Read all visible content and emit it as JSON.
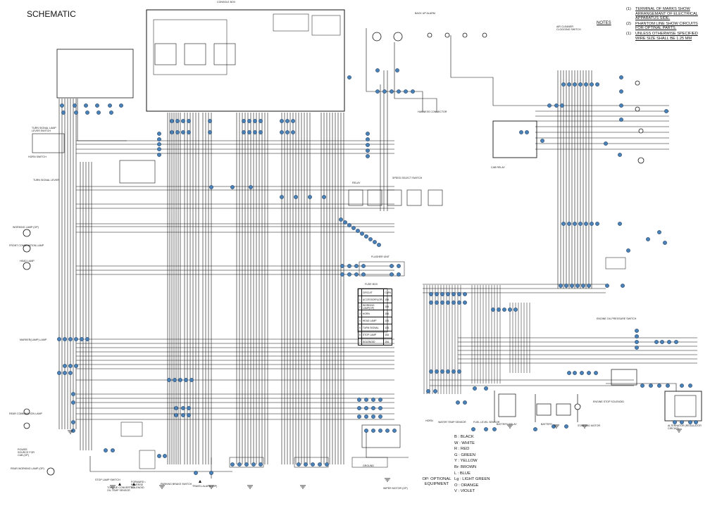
{
  "title": "SCHEMATIC",
  "notes": {
    "heading": "NOTES",
    "items": [
      {
        "num": "(1)",
        "text": "TERMINAL OF MARKS SHOW ARRANGEMANT OF ELECTRICAL APPARATUS SIDE."
      },
      {
        "num": "(2)",
        "text": "PHANTOM LINE SHOW CIRCUITS FOR OPTINAL PARTS."
      },
      {
        "num": "(1)",
        "text": "UNLESS OTHERWISE SPECIFIED WIRE SIZE SHALL BE 1.25 MM"
      }
    ]
  },
  "legend": {
    "items": [
      "B : BLACK",
      "W : WHITE",
      "R : RED",
      "G : GREEN",
      "Y : YELLOW",
      "Br: BROWN",
      "L : BLUE",
      "Lg : LIGHT GREEN",
      "O : ORANGE",
      "V : VIOLET"
    ],
    "optional": "OP: OPTIONAL EQUIPMENT"
  },
  "components": {
    "console_box": "CONSOLE BOX",
    "turn_signal": "TURN SIGNAL LAMP LEVER SWITCH",
    "horn_switch": "HORN SWITCH",
    "turn_signal_lever": "TURN SIGNAL LEVER",
    "working_lamp": "WORKING LAMP (OP)",
    "front_combination_lamp": "FRONT COMBINATION LAMP",
    "head_lamp": "HEAD LAMP",
    "marker_lamp": "MARKER(LAMP) LAMP",
    "rear_combination_lamp": "REAR COMBINATION LAMP",
    "power_source": "POWER SOURCE FOR CAB (OP)",
    "rear_working_lamp": "REAR WORKING LAMP (OP)",
    "stop_lamp_switch": "STOP LAMP SWITCH",
    "torque_converter": "TORQUE CONVERTER OIL TEMP SENSOR",
    "forward_reverse": "FORWARD • REVERSE SOLENOID",
    "parking_brake": "PARKING BRAKE SWITCH",
    "travel_alarm": "TRAVEL ALARM (OP)",
    "wiper_motor": "WIPER MOTOR (OP)",
    "harness_connector": "HARNESS CONNECTOR",
    "flasher_unit": "FLASHER UNIT",
    "battery_relay": "BATTERY RELAY",
    "battery": "BATTERY",
    "starting_motor": "STARTING MOTOR",
    "alternator": "ALTERNATOR (REGULATOR CIRCUIT)",
    "engine_oil_pressure": "ENGINE OIL PRESSURE SWITCH",
    "fuel_level": "FUEL LEVEL SENSOR",
    "horn": "HORN",
    "water_temp": "WATER TEMP SENSOR",
    "back_up_alarm": "BACK UP ALARM",
    "cab_relay": "CAB RELAY",
    "engine_stop": "ENGINE STOP SOLENOID",
    "air_cleaner": "AIR CLEANER CLOGGING SWITCH",
    "relay_group": "RELAY",
    "fuse_box": "FUSE BOX",
    "speed_select": "SPEED SELECT SWITCH",
    "ground": "GROUND"
  },
  "fuse_table": {
    "header": [
      "CIRCUIT",
      "CAPA"
    ],
    "rows": [
      [
        "1",
        "ACCESSORY(OP)",
        "15A"
      ],
      [
        "2",
        "WORKING LAMP(OP)",
        "15A"
      ],
      [
        "3",
        "HORN",
        "15A"
      ],
      [
        "4",
        "HEAD LAMP",
        "10A"
      ],
      [
        "5",
        "TURN SIGNAL",
        "10A"
      ],
      [
        "6",
        "STOP LAMP",
        "15A"
      ],
      [
        "7",
        "SOLENOID",
        "15A"
      ]
    ]
  }
}
